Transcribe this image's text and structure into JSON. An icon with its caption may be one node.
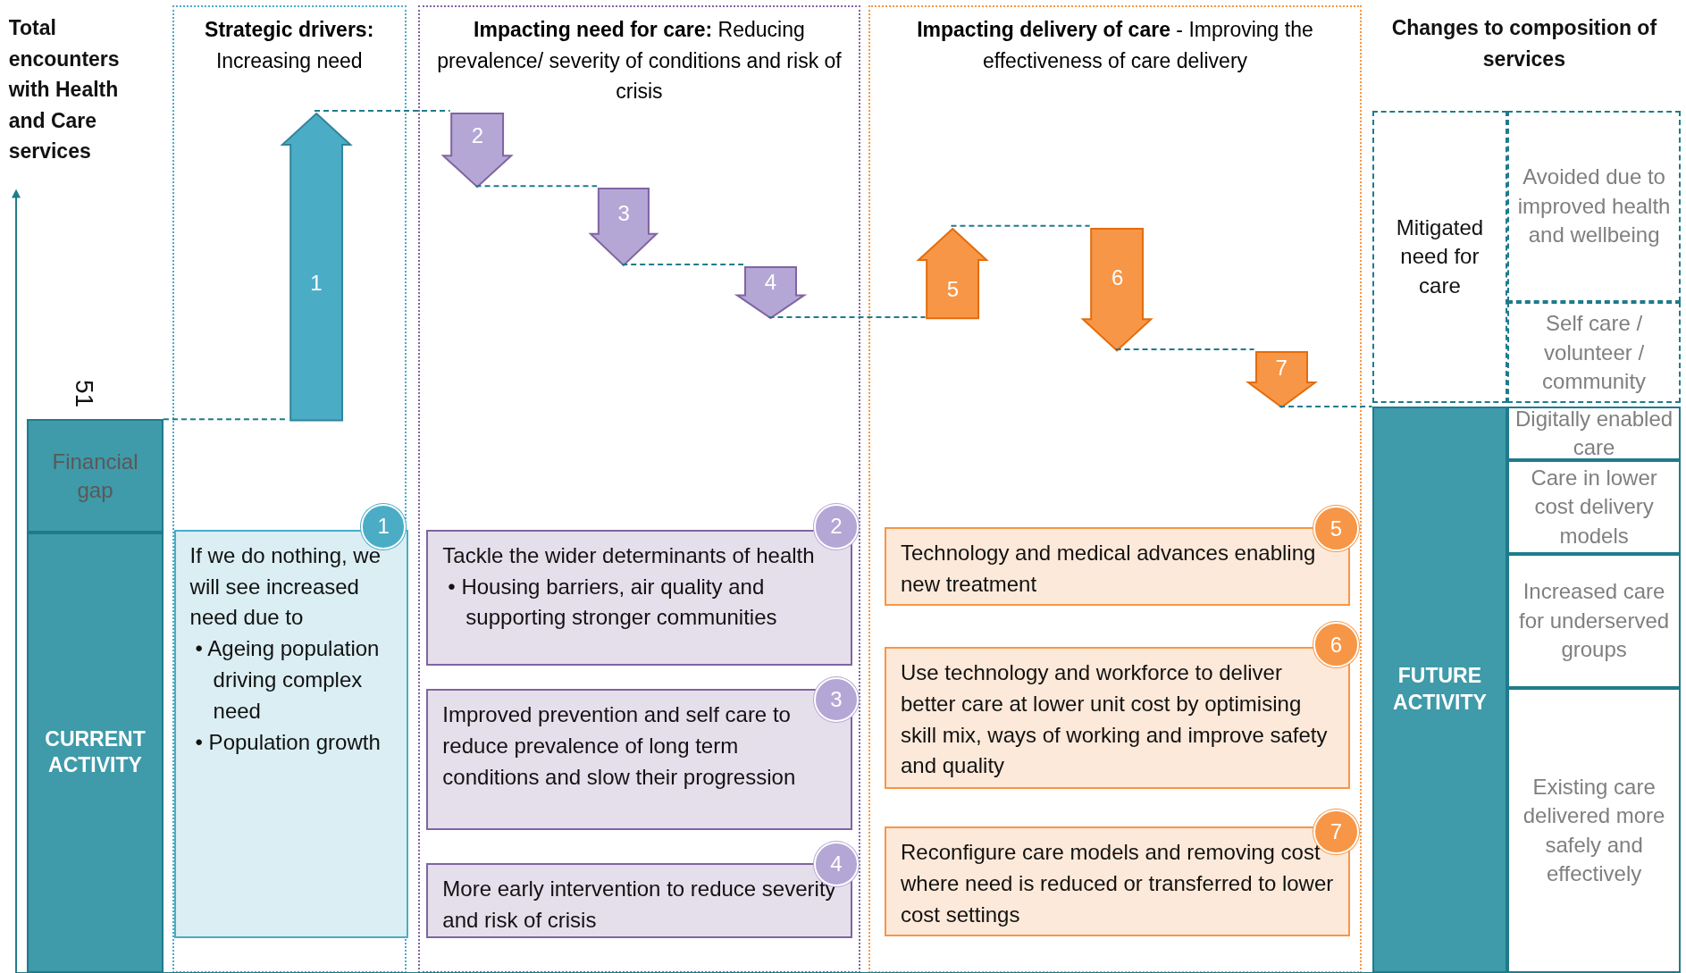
{
  "diagram": {
    "nodes": [
      {
        "text": [
          "Financial gap"
        ],
        "beside": [
          "51"
        ]
      },
      {
        "text": [
          "CURRENT ACTIVITY"
        ]
      },
      {
        "text": [
          "**Strategic drivers:** Increasing need"
        ]
      },
      {
        "text": [
          "1"
        ],
        "in": 2
      },
      {
        "text": [
          "If we do nothing, we will see increased need due to",
          "• Ageing population driving complex need",
          "• Population growth"
        ],
        "in": 2
      },
      {
        "text": [
          "**Impacting need for care:** Reducing prevalence/ severity of conditions and risk of crisis"
        ]
      },
      {
        "text": [
          "2"
        ],
        "in": 5
      },
      {
        "text": [
          "3"
        ],
        "in": 5
      },
      {
        "text": [
          "4"
        ],
        "in": 5
      },
      {
        "text": [
          "Tackle the wider determinants of health",
          "• Housing barriers, air quality and supporting stronger communities"
        ],
        "in": 5
      },
      {
        "text": [
          "Improved prevention and self care to reduce prevalence of long term conditions and slow their progression"
        ],
        "in": 5
      },
      {
        "text": [
          "More early intervention to reduce severity and risk of crisis"
        ],
        "in": 5
      },
      {
        "text": [
          "**Impacting delivery of care** - Improving the effectiveness of care delivery"
        ]
      },
      {
        "text": [
          "5"
        ],
        "in": 12
      },
      {
        "text": [
          "6"
        ],
        "in": 12
      },
      {
        "text": [
          "7"
        ],
        "in": 12
      },
      {
        "text": [
          "Technology and medical advances enabling new treatment"
        ],
        "in": 12
      },
      {
        "text": [
          "Use technology and workforce to deliver better care at lower unit cost by optimising skill mix, ways of working and improve safety and quality"
        ],
        "in": 12
      },
      {
        "text": [
          "Reconfigure care models and removing cost where need is reduced or transferred to lower cost settings"
        ],
        "in": 12
      },
      {
        "text": [
          "Mitigated need for care"
        ]
      },
      {
        "text": [
          "Avoided due to improved health and wellbeing"
        ]
      },
      {
        "text": [
          "Self care / volunteer / community"
        ]
      },
      {
        "text": [
          "FUTURE ACTIVITY"
        ]
      },
      {
        "text": [
          "Digitally enabled care"
        ]
      },
      {
        "text": [
          "Care in lower cost delivery models"
        ]
      },
      {
        "text": [
          "Increased care for underserved groups"
        ]
      },
      {
        "text": [
          "Existing care delivered more safely and effectively"
        ]
      },
      {
        "text": [
          "1"
        ],
        "in": 2
      },
      {
        "text": [
          "2"
        ],
        "in": 5
      },
      {
        "text": [
          "3"
        ],
        "in": 5
      },
      {
        "text": [
          "4"
        ],
        "in": 5
      },
      {
        "text": [
          "5"
        ],
        "in": 12
      },
      {
        "text": [
          "6"
        ],
        "in": 12
      },
      {
        "text": [
          "7"
        ],
        "in": 12
      }
    ],
    "edges": [
      {
        "from": 0,
        "to": 3,
        "arrow": "none",
        "style": "dashed"
      },
      {
        "from": 3,
        "to": 6,
        "arrow": "none",
        "style": "dashed"
      },
      {
        "from": 6,
        "to": 7,
        "arrow": "none",
        "style": "dashed"
      },
      {
        "from": 7,
        "to": 8,
        "arrow": "none",
        "style": "dashed"
      },
      {
        "from": 8,
        "to": 13,
        "arrow": "none",
        "style": "dashed"
      },
      {
        "from": 13,
        "to": 14,
        "arrow": "none",
        "style": "dashed"
      },
      {
        "from": 14,
        "to": 15,
        "arrow": "none",
        "style": "dashed"
      },
      {
        "from": 15,
        "to": 22,
        "arrow": "none",
        "style": "dashed"
      }
    ],
    "labels": [
      "Total encounters with Health and Care services",
      "Changes to composition of services"
    ]
  }
}
